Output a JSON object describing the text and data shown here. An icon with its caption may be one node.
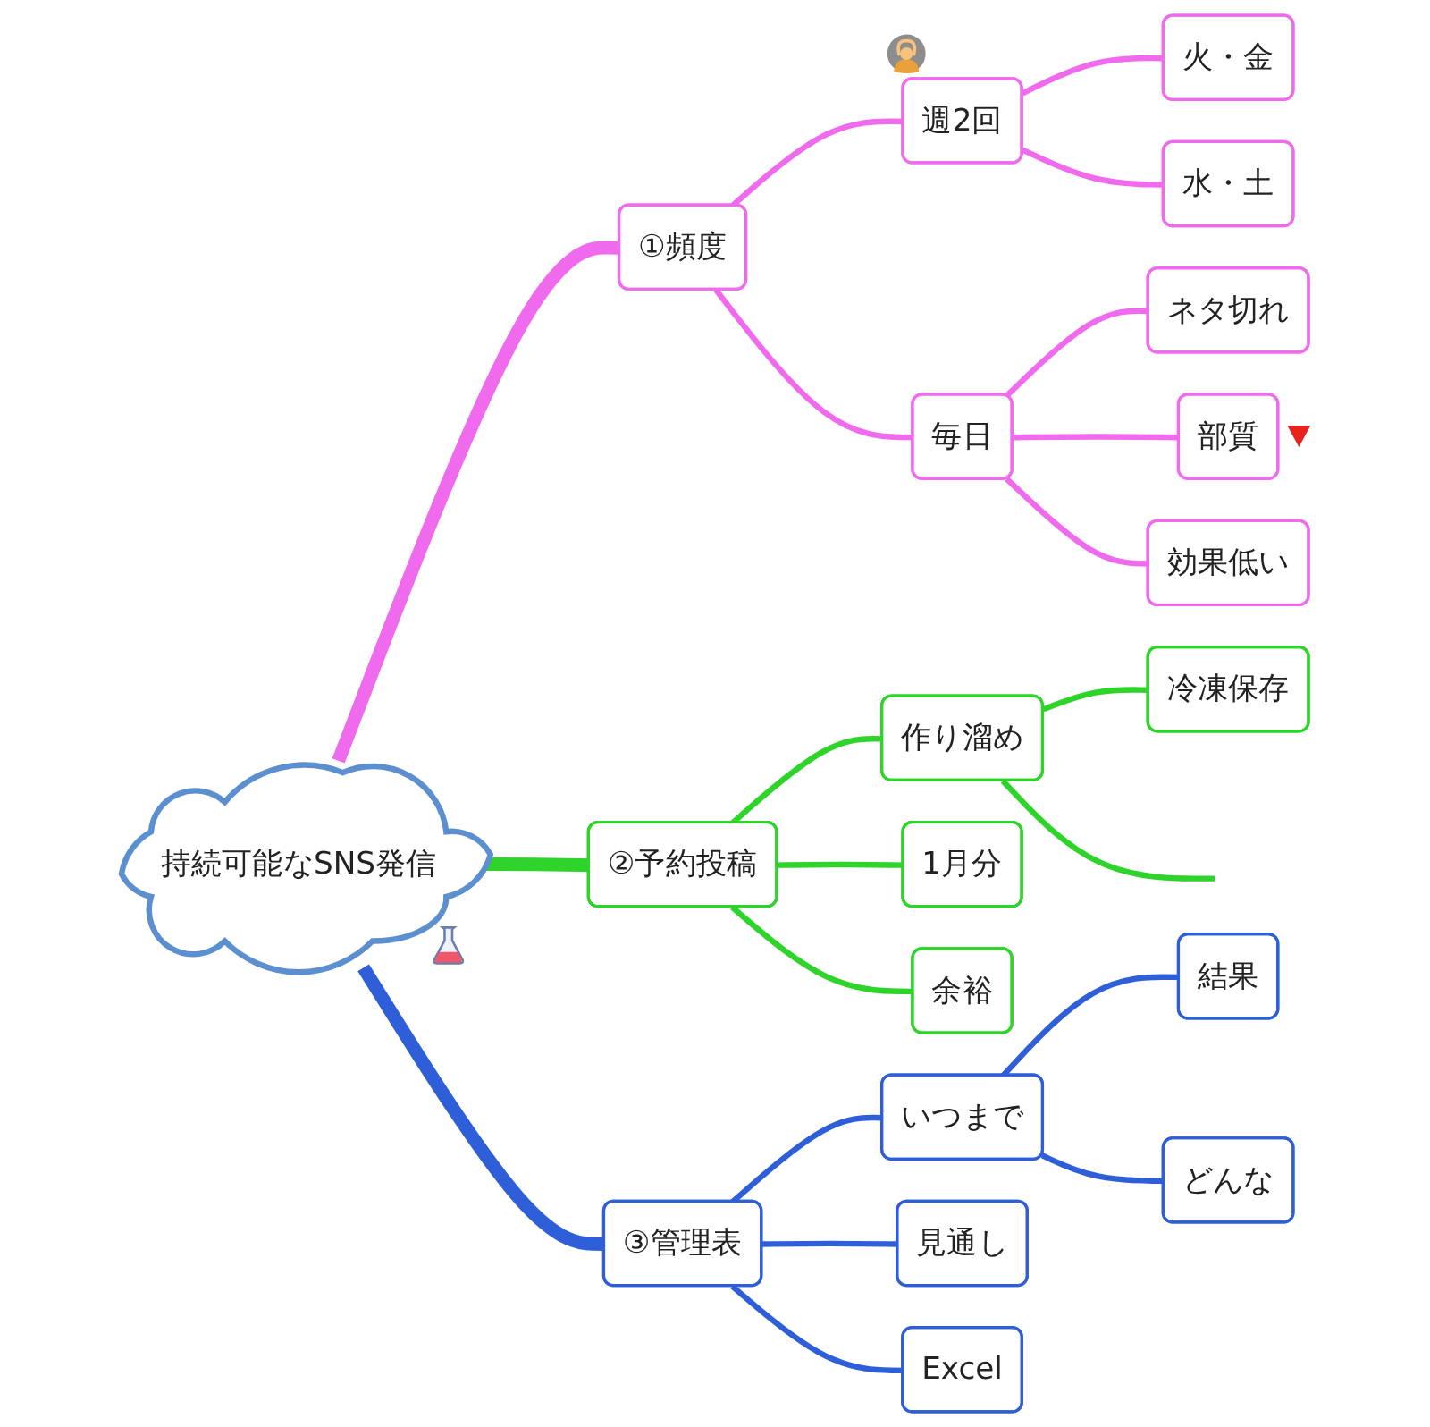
{
  "diagram": {
    "nodes": [
      {
        "text": [
          "持続可能なSNS発信"
        ]
      },
      {
        "text": [
          "①頻度"
        ]
      },
      {
        "text": [
          "週2回"
        ]
      },
      {
        "text": [
          "火・金"
        ]
      },
      {
        "text": [
          "水・土"
        ]
      },
      {
        "text": [
          "毎日"
        ]
      },
      {
        "text": [
          "ネタ切れ"
        ]
      },
      {
        "text": [
          "部質"
        ]
      },
      {
        "text": [
          "効果低い"
        ]
      },
      {
        "text": [
          "②予約投稿"
        ]
      },
      {
        "text": [
          "作り溜め"
        ]
      },
      {
        "text": [
          "冷凍保存"
        ]
      },
      {
        "text": [
          "1月分"
        ]
      },
      {
        "text": [
          "余裕"
        ]
      },
      {
        "text": [
          "③管理表"
        ]
      },
      {
        "text": [
          "いつまで"
        ]
      },
      {
        "text": [
          "結果"
        ]
      },
      {
        "text": [
          "どんな"
        ]
      },
      {
        "text": [
          "見通し"
        ]
      },
      {
        "text": [
          "Excel"
        ]
      }
    ],
    "edges": [
      {
        "from": 0,
        "to": 1,
        "arrow": "none",
        "style": "thick",
        "color": "#f06aee"
      },
      {
        "from": 1,
        "to": 2,
        "arrow": "none",
        "color": "#f06aee"
      },
      {
        "from": 2,
        "to": 3,
        "arrow": "none",
        "color": "#f06aee"
      },
      {
        "from": 2,
        "to": 4,
        "arrow": "none",
        "color": "#f06aee"
      },
      {
        "from": 1,
        "to": 5,
        "arrow": "none",
        "color": "#f06aee"
      },
      {
        "from": 5,
        "to": 6,
        "arrow": "none",
        "color": "#f06aee"
      },
      {
        "from": 5,
        "to": 7,
        "arrow": "none",
        "color": "#f06aee"
      },
      {
        "from": 5,
        "to": 8,
        "arrow": "none",
        "color": "#f06aee"
      },
      {
        "from": 0,
        "to": 9,
        "arrow": "none",
        "style": "thick",
        "color": "#2ed42a"
      },
      {
        "from": 9,
        "to": 10,
        "arrow": "none",
        "color": "#2ed42a"
      },
      {
        "from": 10,
        "to": 11,
        "arrow": "none",
        "color": "#2ed42a"
      },
      {
        "from": 10,
        "to": null,
        "arrow": "none",
        "color": "#2ed42a"
      },
      {
        "from": 9,
        "to": 12,
        "arrow": "none",
        "color": "#2ed42a"
      },
      {
        "from": 9,
        "to": 13,
        "arrow": "none",
        "color": "#2ed42a"
      },
      {
        "from": 0,
        "to": 14,
        "arrow": "none",
        "style": "thick",
        "color": "#2f5fd8"
      },
      {
        "from": 14,
        "to": 15,
        "arrow": "none",
        "color": "#2f5fd8"
      },
      {
        "from": 15,
        "to": 16,
        "arrow": "none",
        "color": "#2f5fd8"
      },
      {
        "from": 15,
        "to": 17,
        "arrow": "none",
        "color": "#2f5fd8"
      },
      {
        "from": 14,
        "to": 18,
        "arrow": "none",
        "color": "#2f5fd8"
      },
      {
        "from": 14,
        "to": 19,
        "arrow": "none",
        "color": "#2f5fd8"
      }
    ]
  }
}
